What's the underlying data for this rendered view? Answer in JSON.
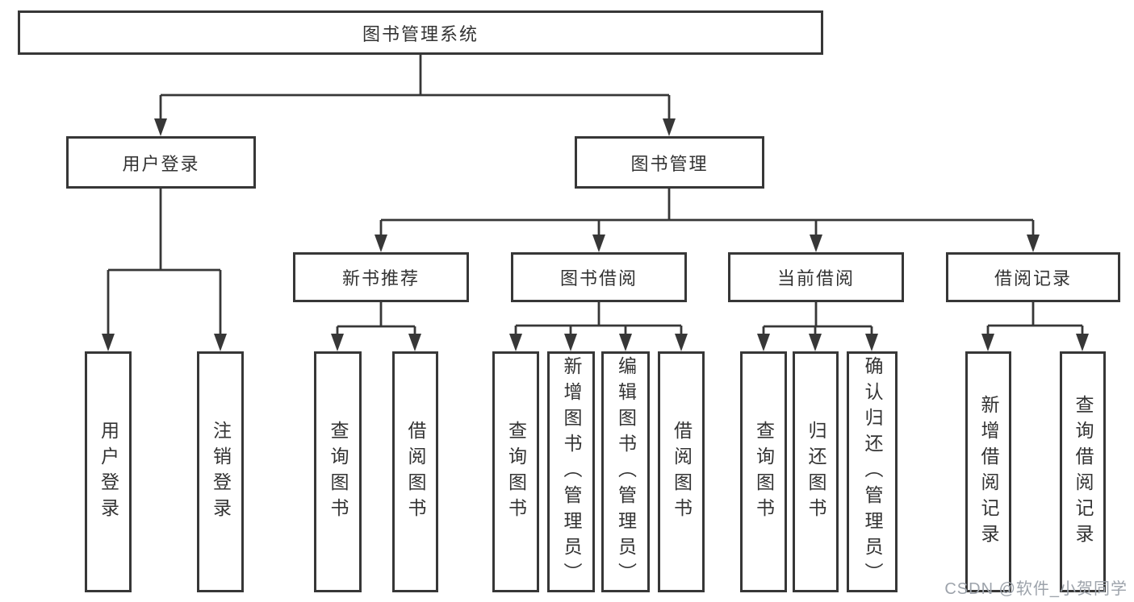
{
  "diagram": {
    "root": {
      "label": "图书管理系统"
    },
    "children": [
      {
        "label": "用户登录",
        "children": [
          {
            "label": "用户登录"
          },
          {
            "label": "注销登录"
          }
        ]
      },
      {
        "label": "图书管理",
        "children": [
          {
            "label": "新书推荐",
            "children": [
              {
                "label": "查询图书"
              },
              {
                "label": "借阅图书"
              }
            ]
          },
          {
            "label": "图书借阅",
            "children": [
              {
                "label": "查询图书"
              },
              {
                "label": "新增图书（管理员）"
              },
              {
                "label": "编辑图书（管理员）"
              },
              {
                "label": "借阅图书"
              }
            ]
          },
          {
            "label": "当前借阅",
            "children": [
              {
                "label": "查询图书"
              },
              {
                "label": "归还图书"
              },
              {
                "label": "确认归还（管理员）"
              }
            ]
          },
          {
            "label": "借阅记录",
            "children": [
              {
                "label": "新增借阅记录"
              },
              {
                "label": "查询借阅记录"
              }
            ]
          }
        ]
      }
    ]
  },
  "watermark": {
    "text": "CSDN @软件_小贺同学"
  },
  "colors": {
    "line": "#373737",
    "border": "#373737",
    "text": "#333333",
    "watermark": "#9da3ab",
    "background": "#ffffff"
  }
}
